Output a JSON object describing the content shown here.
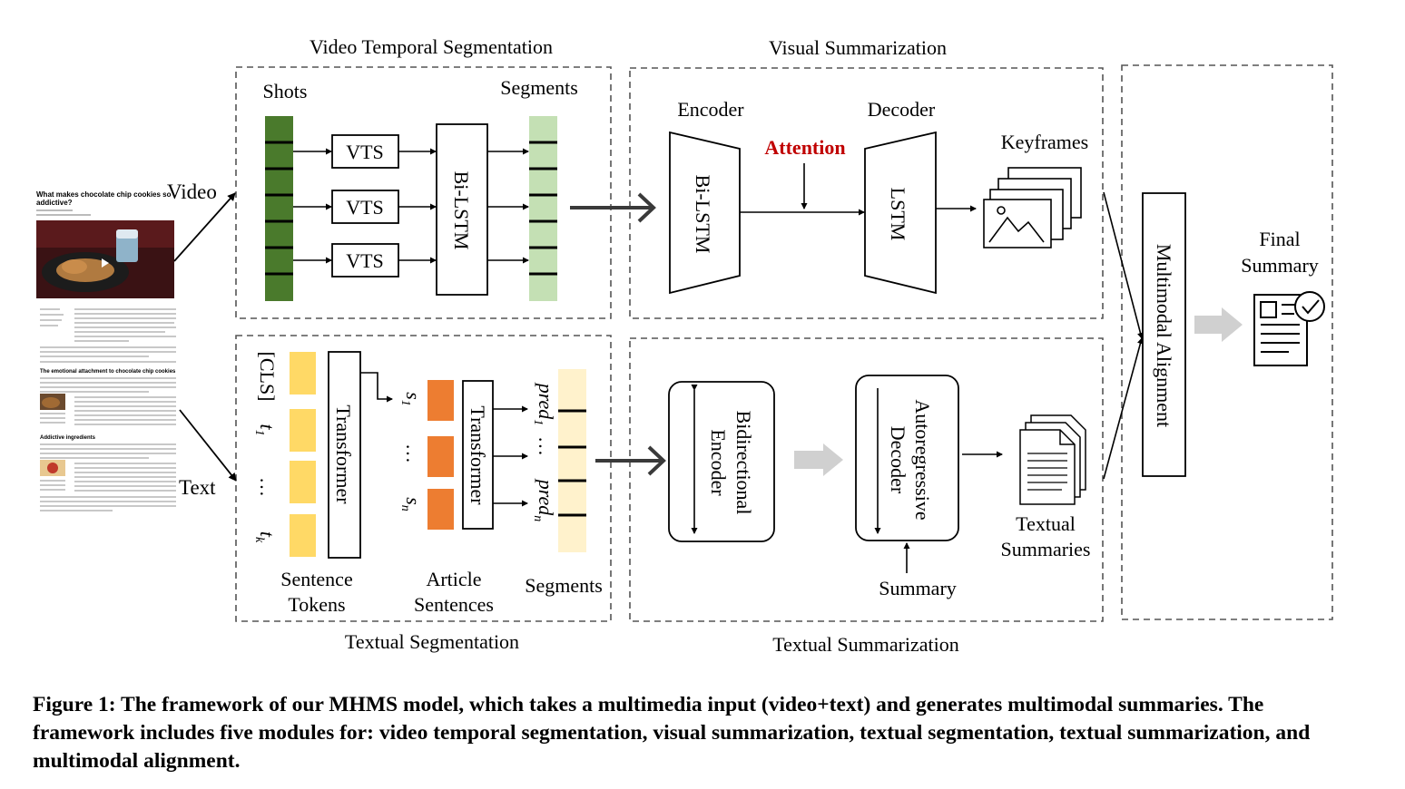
{
  "modules": {
    "vts": "Video Temporal Segmentation",
    "vs": "Visual Summarization",
    "ts": "Textual Segmentation",
    "tsum": "Textual Summarization"
  },
  "inputs": {
    "video": "Video",
    "text": "Text",
    "article_title": "What makes chocolate chip cookies so addictive?",
    "article_heading_1": "The emotional attachment to chocolate chip cookies",
    "article_heading_2": "Addictive ingredients"
  },
  "vts": {
    "shots": "Shots",
    "segments": "Segments",
    "vts_box": "VTS",
    "bilstm": "Bi-LSTM"
  },
  "vs": {
    "encoder": "Encoder",
    "decoder": "Decoder",
    "attention": "Attention",
    "enc_box": "Bi-LSTM",
    "dec_box": "LSTM",
    "keyframes": "Keyframes"
  },
  "ts": {
    "cls": "[CLS]",
    "t1": "t",
    "t1_sub": "1",
    "dots": "…",
    "tk": "t",
    "tk_sub": "k",
    "transformer": "Transformer",
    "s1": "s",
    "s1_sub": "1",
    "sn": "s",
    "sn_sub": "n",
    "pred1": "pred",
    "pred1_sub": "1",
    "predn": "pred",
    "predn_sub": "n",
    "sentence_tokens_1": "Sentence",
    "sentence_tokens_2": "Tokens",
    "article_sentences_1": "Article",
    "article_sentences_2": "Sentences",
    "segments": "Segments"
  },
  "tsum": {
    "bidir_1": "Bidirectional",
    "bidir_2": "Encoder",
    "autoreg_1": "Autoregressive",
    "autoreg_2": "Decoder",
    "summary": "Summary",
    "textual_summaries_1": "Textual",
    "textual_summaries_2": "Summaries"
  },
  "alignment": "Multimodal Alignment",
  "final_summary_1": "Final",
  "final_summary_2": "Summary",
  "caption": {
    "label": "Figure 1:",
    "text": "The framework of our MHMS model, which takes a multimedia input (video+text) and generates multimodal summaries. The framework includes five modules for: video temporal segmentation, visual summarization, textual segmentation, textual summarization, and multimodal alignment."
  },
  "colors": {
    "shots_green": "#4a7a2c",
    "segments_green": "#c4e0b4",
    "cls_yellow": "#ffd966",
    "sentence_orange": "#ed7d31",
    "pred_cream": "#fff2cc",
    "attention_red": "#c00000",
    "gray_arrow": "#d0d0d0"
  }
}
